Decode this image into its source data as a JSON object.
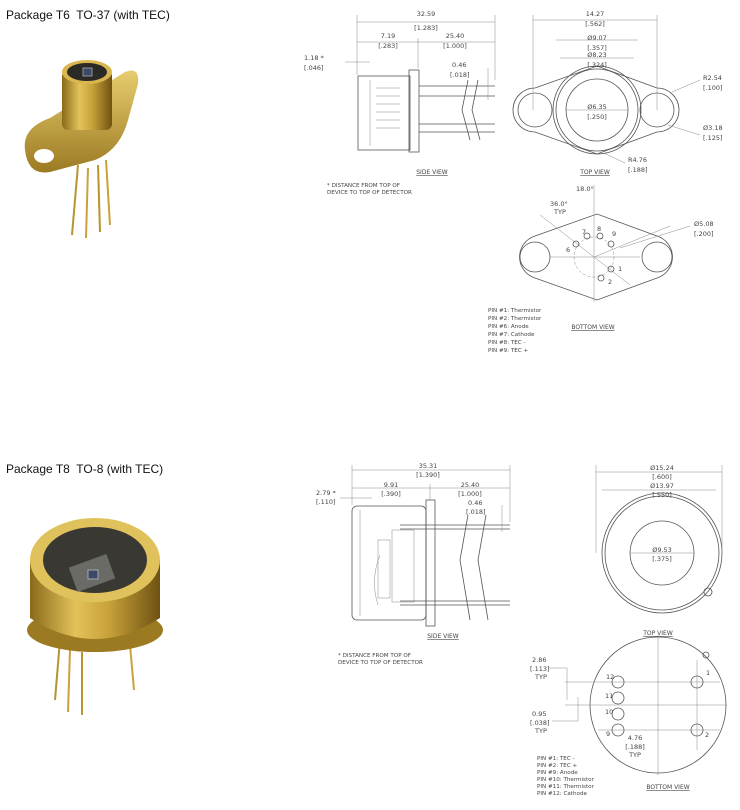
{
  "t6": {
    "title": "Package T6  TO-37 (with TEC)",
    "side": {
      "label": "SIDE VIEW",
      "d1": "32.59",
      "d1i": "[1.283]",
      "d2": "7.19",
      "d2i": "[.283]",
      "d3": "25.40",
      "d3i": "[1.000]",
      "d4": "1.18 *",
      "d4i": "[.046]",
      "d5": "0.46",
      "d5i": "[.018]"
    },
    "top": {
      "label": "TOP VIEW",
      "d1": "14.27",
      "d1i": "[.562]",
      "d2": "Ø9.07",
      "d2i": "[.357]",
      "d3": "Ø8.23",
      "d3i": "[.324]",
      "d4": "Ø6.35",
      "d4i": "[.250]",
      "d5": "R2.54",
      "d5i": "[.100]",
      "d6": "Ø3.18",
      "d6i": "[.125]",
      "d7": "R4.76",
      "d7i": "[.188]"
    },
    "note": [
      "* DISTANCE FROM TOP OF",
      "DEVICE TO TOP OF DETECTOR"
    ],
    "bottom": {
      "label": "BOTTOM VIEW",
      "a1": "18.0°",
      "a2": "36.0°",
      "a2t": "TYP",
      "d1": "Ø5.08",
      "d1i": "[.200]",
      "pins": [
        "7",
        "8",
        "9",
        "6",
        "1",
        "2"
      ]
    },
    "pin_list": [
      "PIN #1: Thermistor",
      "PIN #2: Thermistor",
      "PIN #6: Anode",
      "PIN #7: Cathode",
      "PIN #8: TEC -",
      "PIN #9: TEC +"
    ]
  },
  "t8": {
    "title": "Package T8  TO-8 (with TEC)",
    "side": {
      "label": "SIDE VIEW",
      "d1": "35.31",
      "d1i": "[1.390]",
      "d2": "9.91",
      "d2i": "[.390]",
      "d3": "25.40",
      "d3i": "[1.000]",
      "d4": "2.79 *",
      "d4i": "[.110]",
      "d5": "0.46",
      "d5i": "[.018]"
    },
    "top": {
      "label": "TOP VIEW",
      "d1": "Ø15.24",
      "d1i": "[.600]",
      "d2": "Ø13.97",
      "d2i": "[.550]",
      "d3": "Ø9.53",
      "d3i": "[.375]"
    },
    "note": [
      "* DISTANCE FROM TOP OF",
      "DEVICE TO TOP OF DETECTOR"
    ],
    "bottom": {
      "label": "BOTTOM VIEW",
      "d1": "2.86",
      "d1i": "[.113]",
      "d1t": "TYP",
      "d2": "0.95",
      "d2i": "[.038]",
      "d2t": "TYP",
      "d3": "4.76",
      "d3i": "[.188]",
      "d3t": "TYP",
      "pins": [
        "12",
        "11",
        "10",
        "9",
        "1",
        "2"
      ]
    },
    "pin_list": [
      "PIN #1: TEC -",
      "PIN #2: TEC +",
      "PIN #9: Anode",
      "PIN #10: Thermistor",
      "PIN #11: Thermistor",
      "PIN #12: Cathode"
    ]
  }
}
